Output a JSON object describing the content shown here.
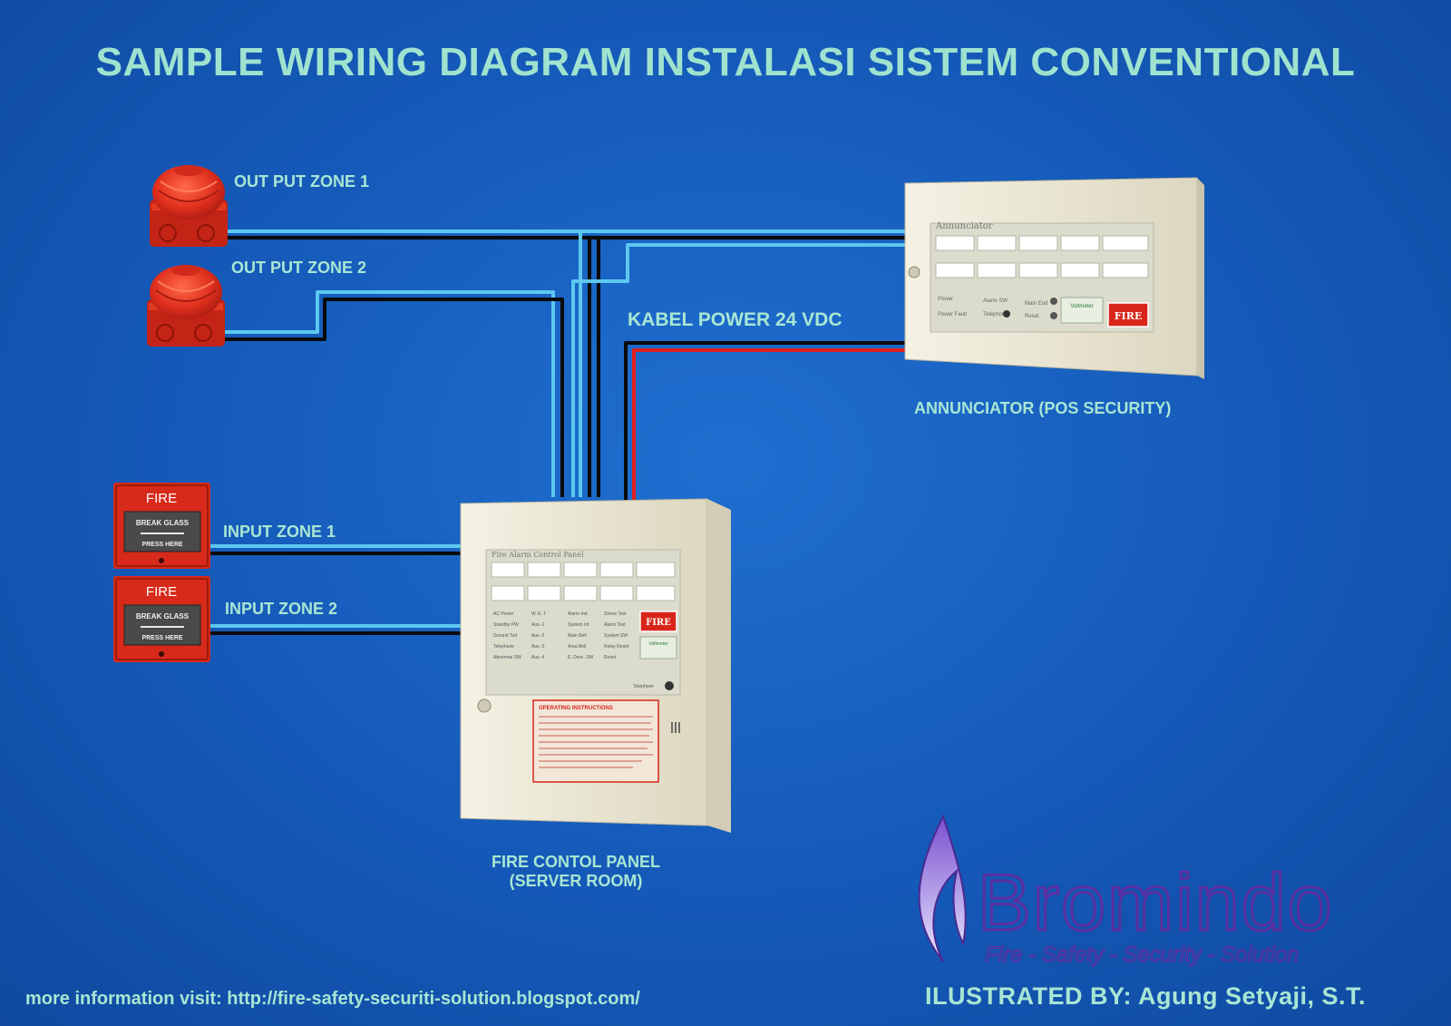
{
  "title": "SAMPLE WIRING DIAGRAM INSTALASI SISTEM CONVENTIONAL",
  "labels": {
    "output_zone_1": "OUT PUT ZONE 1",
    "output_zone_2": "OUT PUT ZONE 2",
    "input_zone_1": "INPUT ZONE 1",
    "input_zone_2": "INPUT ZONE 2",
    "power_cable": "KABEL POWER 24 VDC",
    "annunciator": "ANNUNCIATOR (POS SECURITY)",
    "panel_line1": "FIRE CONTOL PANEL",
    "panel_line2": "(SERVER ROOM)"
  },
  "annunciator_panel": {
    "title": "Annunciator",
    "fire": "FIRE",
    "left_labels": [
      "Power",
      "Power Fault"
    ],
    "mid_labels": [
      "Alarm SW",
      "Telephone"
    ],
    "right_labels": [
      "Main End",
      "Reset"
    ],
    "voltmeter": "Voltmeter"
  },
  "control_panel": {
    "title": "Fire Alarm Control Panel",
    "fire": "FIRE",
    "voltmeter": "Voltmeter",
    "telephone": "Telephone",
    "col1": [
      "AC Power",
      "Standby PW",
      "Ground Tod",
      "Telephone",
      "Abnormal SW"
    ],
    "col2": [
      "W. E. T",
      "Aux.-1",
      "Aux.-2",
      "Aux.-3",
      "Aux.-4"
    ],
    "col3": [
      "Alarm Ind.",
      "System Int",
      "Main Bell",
      "Area Bell",
      "E. Desc. SW"
    ],
    "col4": [
      "Stress Test",
      "Alarm Test",
      "System SW",
      "Relay Reset",
      "Reset"
    ],
    "instructions_title": "OPERATING INSTRUCTIONS",
    "call_point_text": [
      "FIRE",
      "BREAK GLASS",
      "PRESS HERE"
    ]
  },
  "logo": {
    "name": "Bromindo",
    "tagline": "Fire - Safety - Security - Solution"
  },
  "footer": "more information visit: http://fire-safety-securiti-solution.blogspot.com/",
  "credit": "ILUSTRATED BY: Agung Setyaji, S.T.",
  "colors": {
    "background": "#1559b8",
    "label_text": "#a8e6d4",
    "wire_blue": "#5cc8f0",
    "wire_black": "#0a0a0a",
    "wire_red": "#e02020",
    "device_red": "#e23a22",
    "panel_body": "#ede9d6",
    "logo_purple": "#5a2fa0"
  }
}
